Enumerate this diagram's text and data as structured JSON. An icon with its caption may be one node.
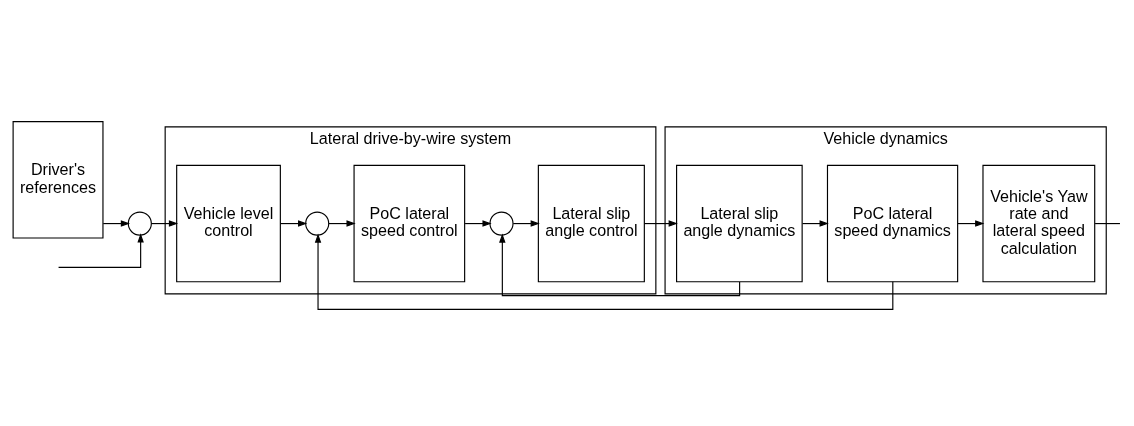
{
  "diagram": {
    "nodes": [
      {
        "text": [
          "Driver's references"
        ]
      },
      {
        "text": [],
        "shape": "circle"
      },
      {
        "text": [
          "Lateral drive-by-wire system"
        ]
      },
      {
        "text": [
          "Vehicle level control"
        ],
        "in": 2
      },
      {
        "text": [],
        "shape": "circle",
        "in": 2
      },
      {
        "text": [
          "PoC lateral speed control"
        ],
        "in": 2
      },
      {
        "text": [],
        "shape": "circle",
        "in": 2
      },
      {
        "text": [
          "Lateral slip angle control"
        ],
        "in": 2
      },
      {
        "text": [
          "Vehicle dynamics"
        ]
      },
      {
        "text": [
          "Lateral slip angle dynamics"
        ],
        "in": 8
      },
      {
        "text": [
          "PoC lateral speed dynamics"
        ],
        "in": 8
      },
      {
        "text": [
          "Vehicle's Yaw rate and lateral speed calculation"
        ],
        "in": 8
      }
    ],
    "edges": [
      {
        "from": 0,
        "to": 1,
        "arrow": "to"
      },
      {
        "from": 1,
        "to": 3,
        "arrow": "to"
      },
      {
        "from": 3,
        "to": 4,
        "arrow": "to"
      },
      {
        "from": 4,
        "to": 5,
        "arrow": "to"
      },
      {
        "from": 5,
        "to": 6,
        "arrow": "to"
      },
      {
        "from": 6,
        "to": 7,
        "arrow": "to"
      },
      {
        "from": 7,
        "to": 9,
        "arrow": "to"
      },
      {
        "from": 9,
        "to": 10,
        "arrow": "to"
      },
      {
        "from": 10,
        "to": 11,
        "arrow": "to"
      },
      {
        "from": 9,
        "to": 6,
        "arrow": "to"
      },
      {
        "from": 10,
        "to": 4,
        "arrow": "to"
      },
      {
        "from": null,
        "to": 1,
        "arrow": "to"
      },
      {
        "from": 11,
        "to": null,
        "arrow": "none"
      }
    ]
  }
}
